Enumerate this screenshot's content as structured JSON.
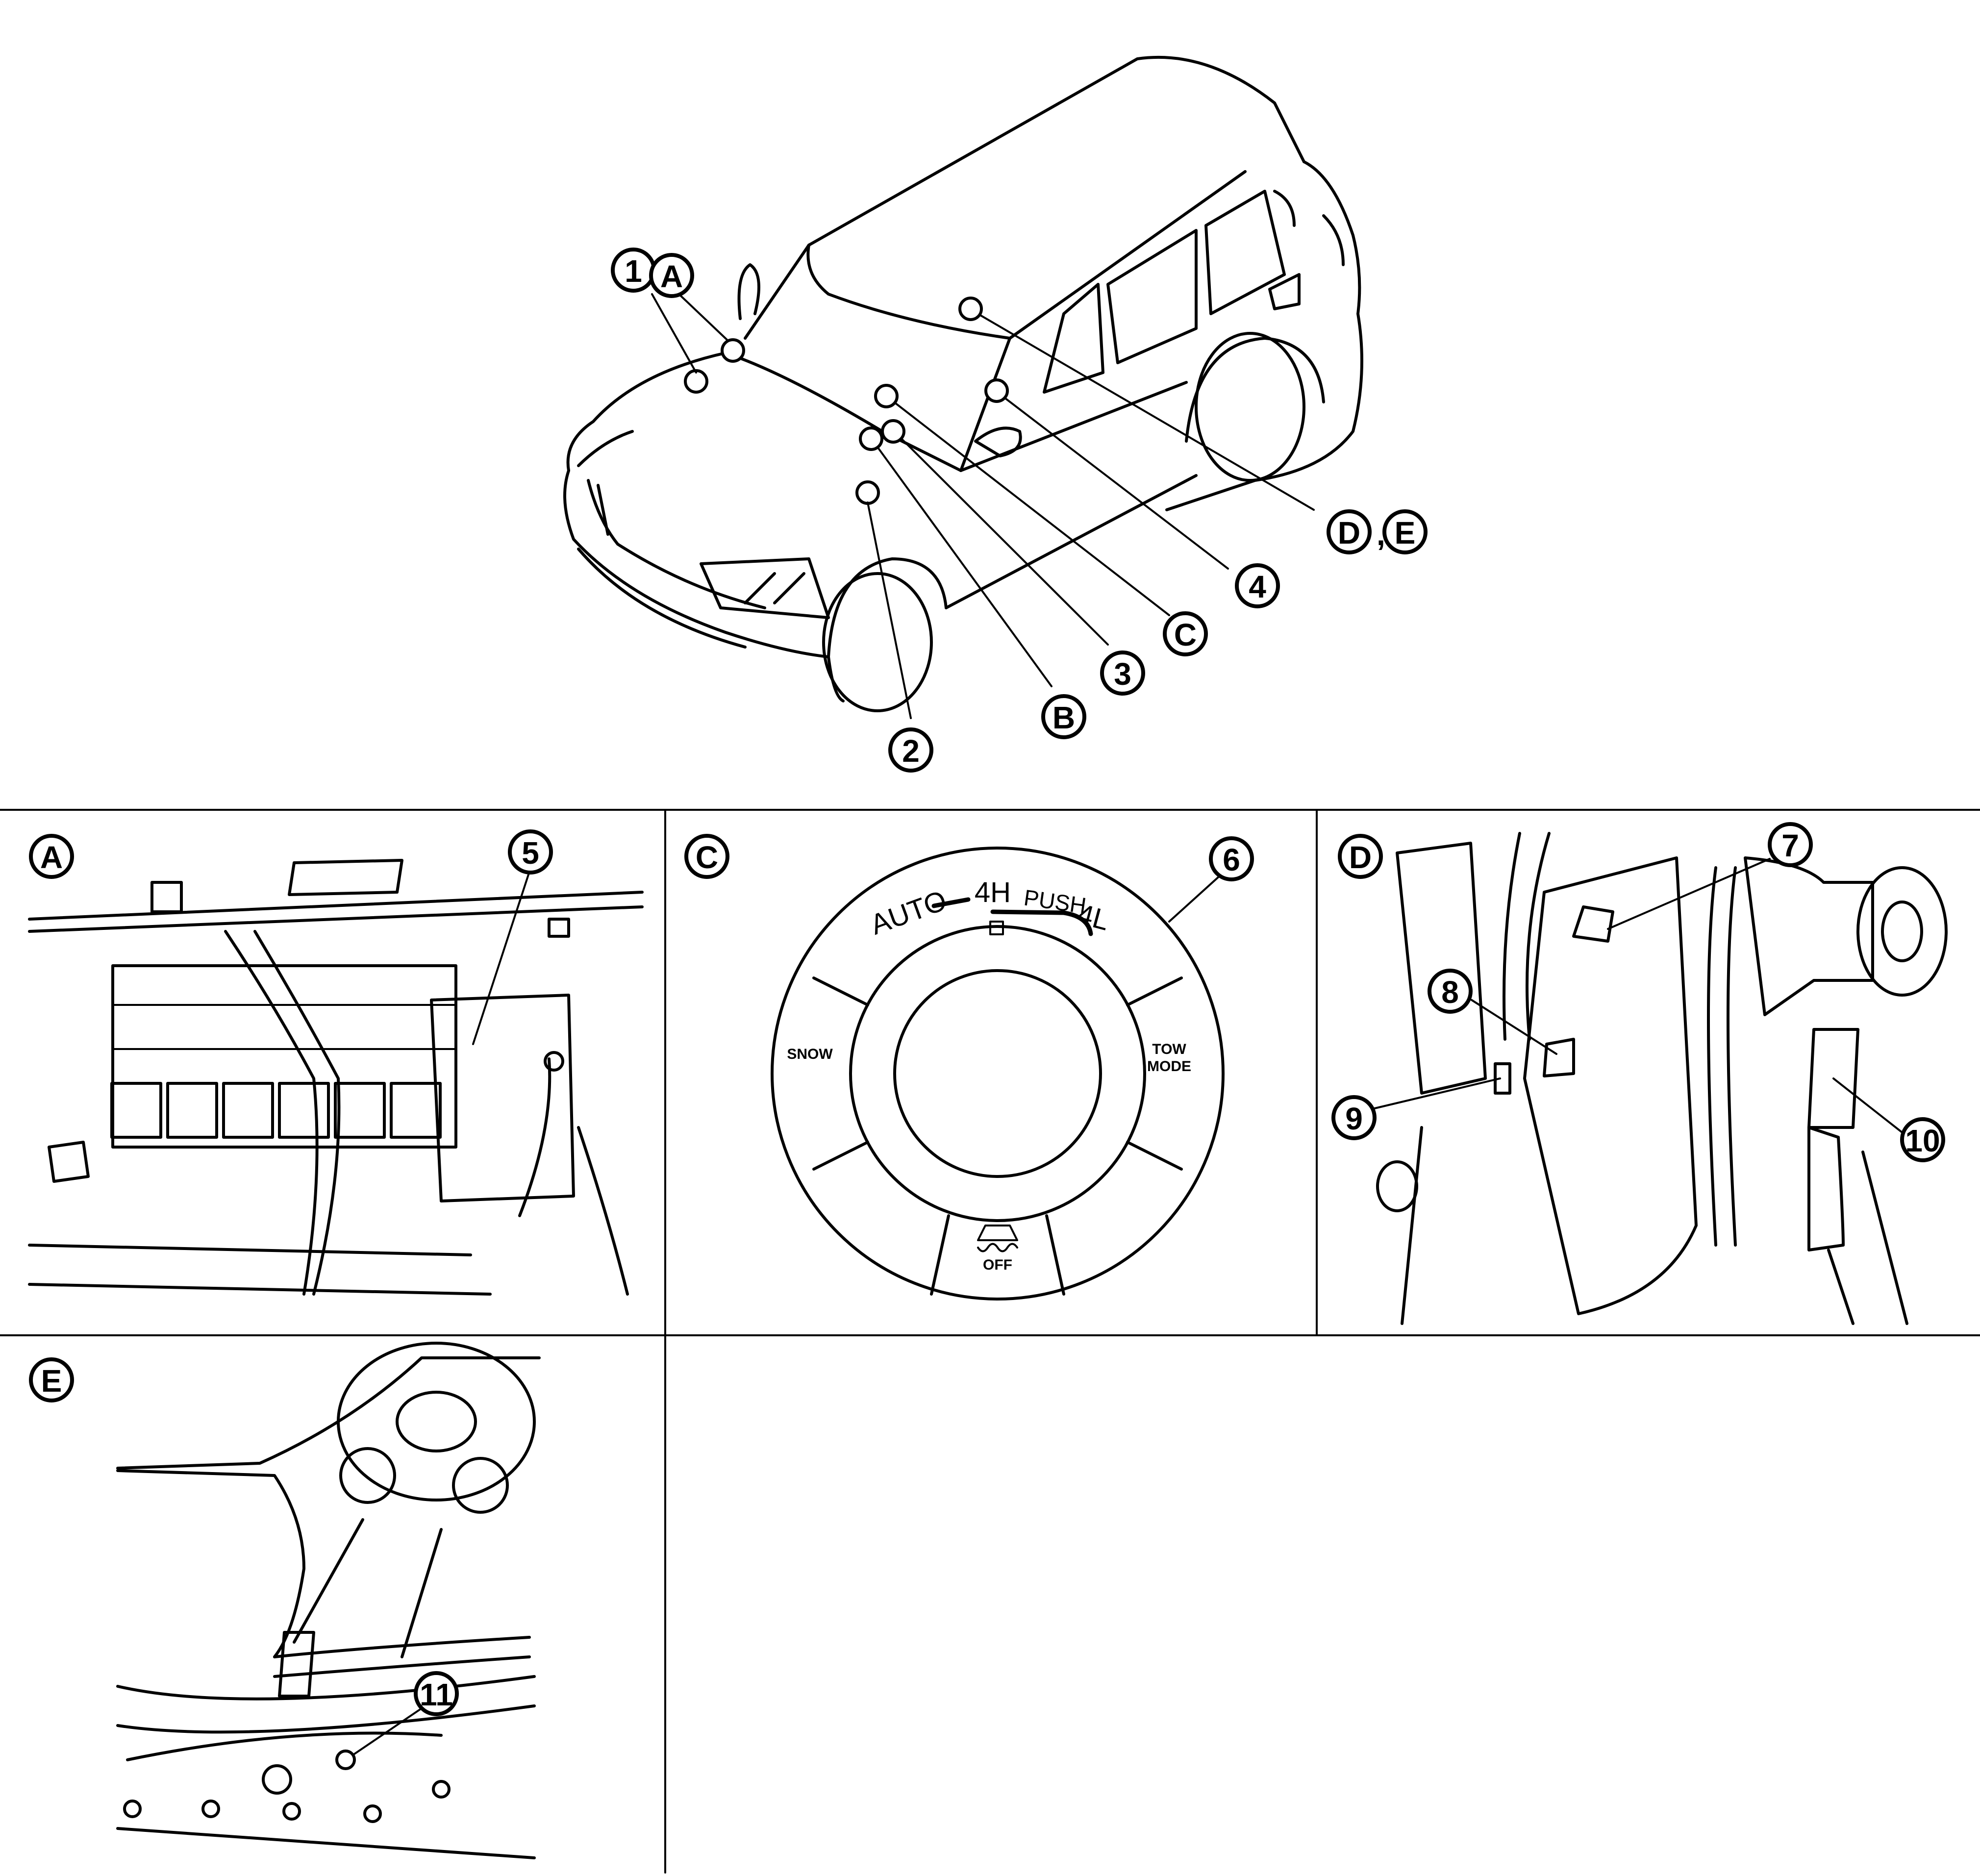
{
  "callouts": {
    "c1": "1",
    "c2": "2",
    "c3": "3",
    "c4": "4",
    "c5": "5",
    "c6": "6",
    "c7": "7",
    "c8": "8",
    "c9": "9",
    "c10": "10",
    "c11": "11",
    "cA": "A",
    "cB": "B",
    "cC": "C",
    "cD": "D",
    "cE": "E",
    "comma": ","
  },
  "panels": {
    "A": {
      "letter": "A"
    },
    "C": {
      "letter": "C"
    },
    "D": {
      "letter": "D"
    },
    "E": {
      "letter": "E"
    }
  },
  "switch": {
    "auto": "AUTO",
    "h4": "4H",
    "push": "PUSH",
    "l4": "4L",
    "snow": "SNOW",
    "tow_line1": "TOW",
    "tow_line2": "MODE",
    "off": "OFF"
  }
}
